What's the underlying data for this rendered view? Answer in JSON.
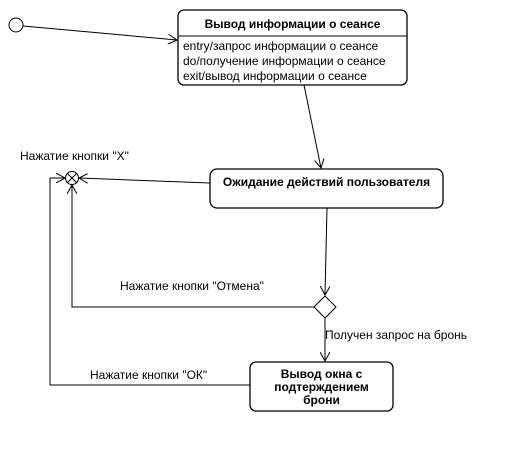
{
  "states": {
    "session_info": {
      "title": "Вывод информации о сеансе",
      "entry": "entry/запрос информации о сеансе",
      "do": "do/получение информации о сеансе",
      "exit": "exit/вывод информации о сеансе"
    },
    "waiting": {
      "title": "Ожидание действий пользователя"
    },
    "booking_confirm": {
      "line1": "Вывод окна с",
      "line2": "подтерждением",
      "line3": "брони"
    }
  },
  "transitions": {
    "button_x": "Нажатие кнопки \"X\"",
    "button_cancel": "Нажатие кнопки \"Отмена\"",
    "booking_request": "Получен запрос на бронь",
    "button_ok": "Нажатие кнопки \"ОК\""
  },
  "colors": {
    "stroke": "#000000",
    "fill": "#ffffff"
  }
}
